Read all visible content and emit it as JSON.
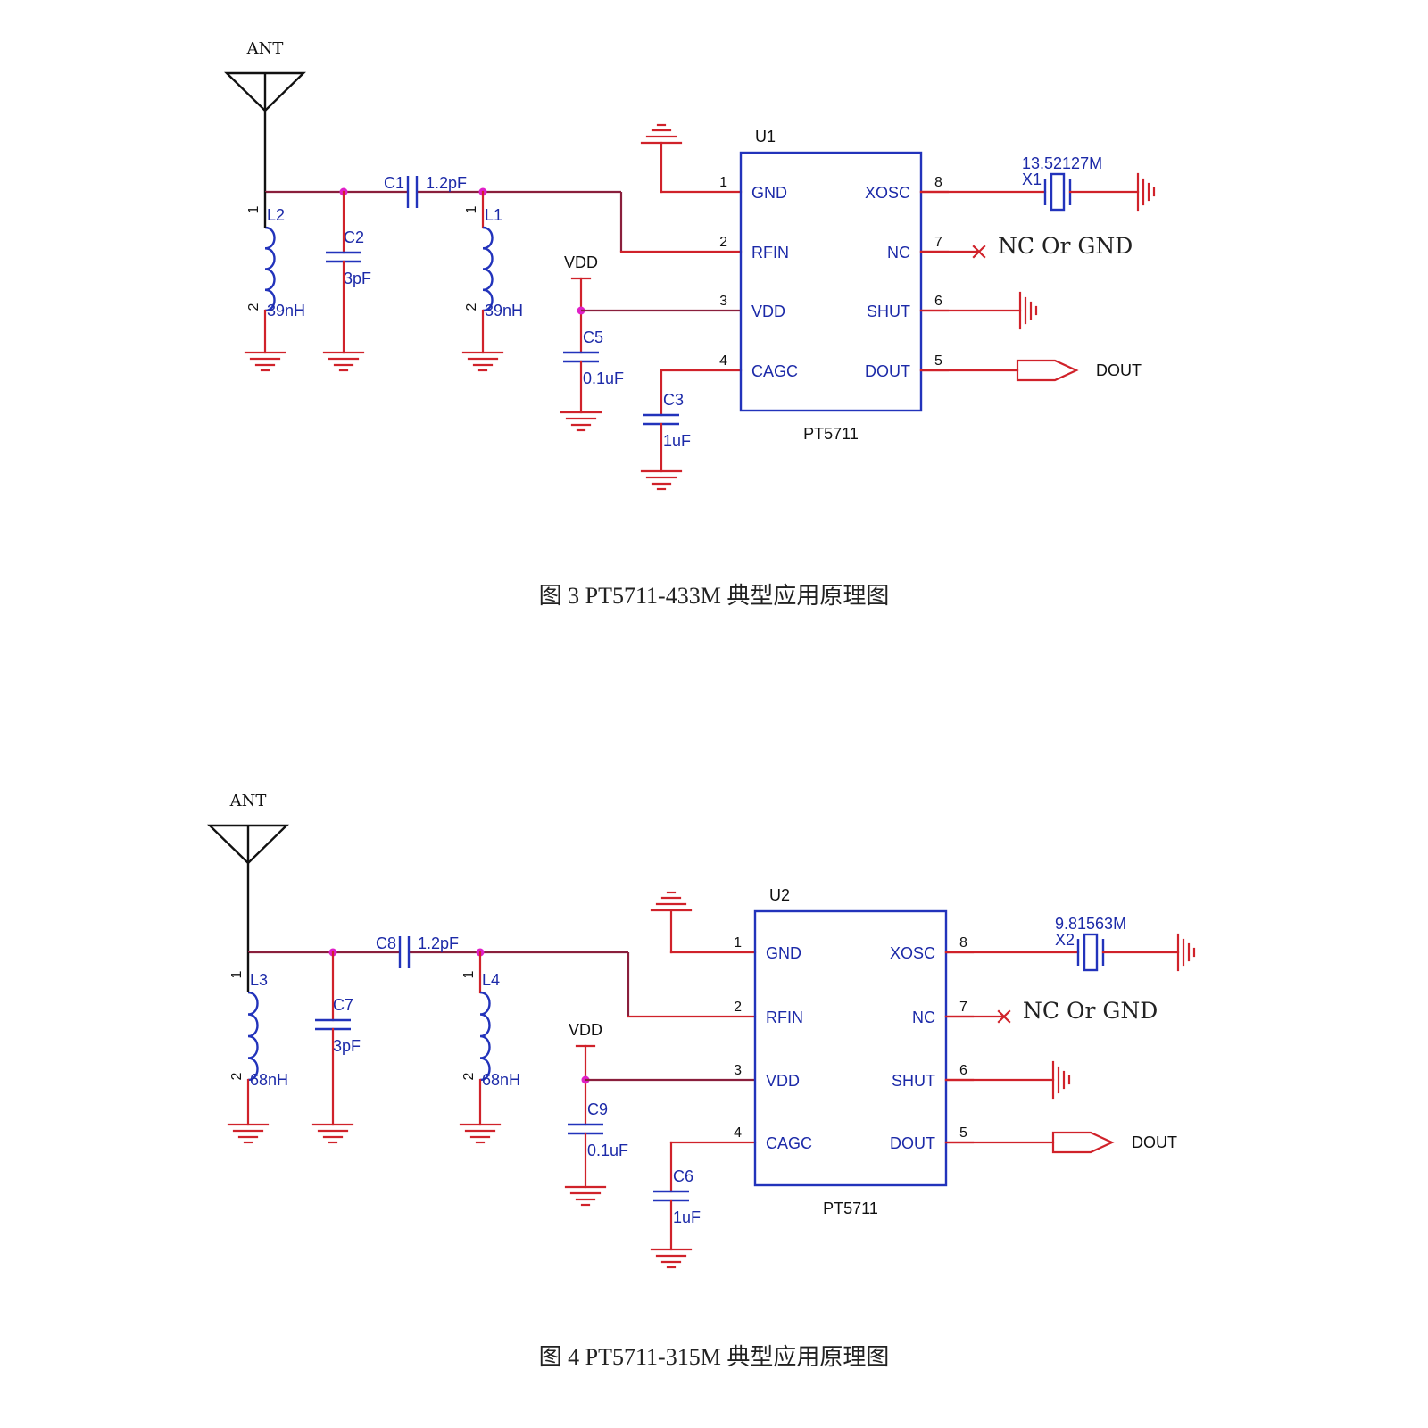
{
  "circuits": [
    {
      "antenna_label": "ANT",
      "chip_ref": "U1",
      "chip_part": "PT5711",
      "pins_left": [
        {
          "num": "1",
          "name": "GND"
        },
        {
          "num": "2",
          "name": "RFIN"
        },
        {
          "num": "3",
          "name": "VDD"
        },
        {
          "num": "4",
          "name": "CAGC"
        }
      ],
      "pins_right": [
        {
          "num": "8",
          "name": "XOSC"
        },
        {
          "num": "7",
          "name": "NC"
        },
        {
          "num": "6",
          "name": "SHUT"
        },
        {
          "num": "5",
          "name": "DOUT"
        }
      ],
      "inductor_left": {
        "ref": "L2",
        "value": "39nH",
        "pin1": "1",
        "pin2": "2"
      },
      "shunt_cap": {
        "ref": "C2",
        "value": "3pF"
      },
      "series_cap": {
        "ref": "C1",
        "value": "1.2pF"
      },
      "inductor_right": {
        "ref": "L1",
        "value": "39nH",
        "pin1": "1",
        "pin2": "2"
      },
      "vdd_label": "VDD",
      "decoupling_cap": {
        "ref": "C5",
        "value": "0.1uF"
      },
      "agc_cap": {
        "ref": "C3",
        "value": "1uF"
      },
      "crystal": {
        "ref": "X1",
        "value": "13.52127M"
      },
      "nc_note": "NC Or GND",
      "dout_label": "DOUT",
      "caption": "图 3 PT5711-433M 典型应用原理图"
    },
    {
      "antenna_label": "ANT",
      "chip_ref": "U2",
      "chip_part": "PT5711",
      "pins_left": [
        {
          "num": "1",
          "name": "GND"
        },
        {
          "num": "2",
          "name": "RFIN"
        },
        {
          "num": "3",
          "name": "VDD"
        },
        {
          "num": "4",
          "name": "CAGC"
        }
      ],
      "pins_right": [
        {
          "num": "8",
          "name": "XOSC"
        },
        {
          "num": "7",
          "name": "NC"
        },
        {
          "num": "6",
          "name": "SHUT"
        },
        {
          "num": "5",
          "name": "DOUT"
        }
      ],
      "inductor_left": {
        "ref": "L3",
        "value": "68nH",
        "pin1": "1",
        "pin2": "2"
      },
      "shunt_cap": {
        "ref": "C7",
        "value": "3pF"
      },
      "series_cap": {
        "ref": "C8",
        "value": "1.2pF"
      },
      "inductor_right": {
        "ref": "L4",
        "value": "68nH",
        "pin1": "1",
        "pin2": "2"
      },
      "vdd_label": "VDD",
      "decoupling_cap": {
        "ref": "C9",
        "value": "0.1uF"
      },
      "agc_cap": {
        "ref": "C6",
        "value": "1uF"
      },
      "crystal": {
        "ref": "X2",
        "value": "9.81563M"
      },
      "nc_note": "NC Or GND",
      "dout_label": "DOUT",
      "caption": "图 4 PT5711-315M 典型应用原理图"
    }
  ],
  "colors": {
    "wire": "#d0222a",
    "component": "#2233bb",
    "junction": "#e020c8",
    "antenna": "#111111"
  }
}
